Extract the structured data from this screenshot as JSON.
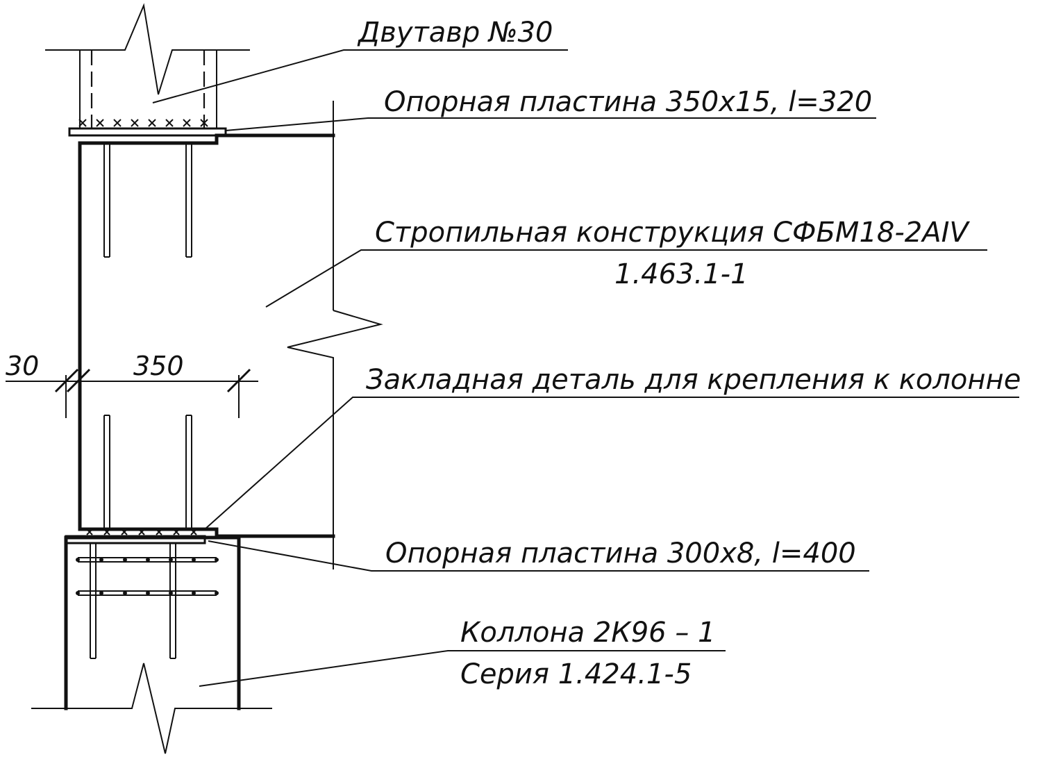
{
  "labels": {
    "beam": "Двутавр №30",
    "top_plate": "Опорная пластина 350х15, l=320",
    "truss_line1": "Стропильная конструкция СФБМ18-2AIV",
    "truss_line2": "1.463.1-1",
    "embed": "Закладная деталь для крепления к колонне",
    "bottom_plate": "Опорная пластина 300х8, l=400",
    "column_line1": "Коллона 2К96 – 1",
    "column_line2": "Серия 1.424.1-5"
  },
  "dimensions": {
    "left_offset": "30",
    "width": "350"
  },
  "colors": {
    "ink": "#111111",
    "background": "#ffffff"
  }
}
